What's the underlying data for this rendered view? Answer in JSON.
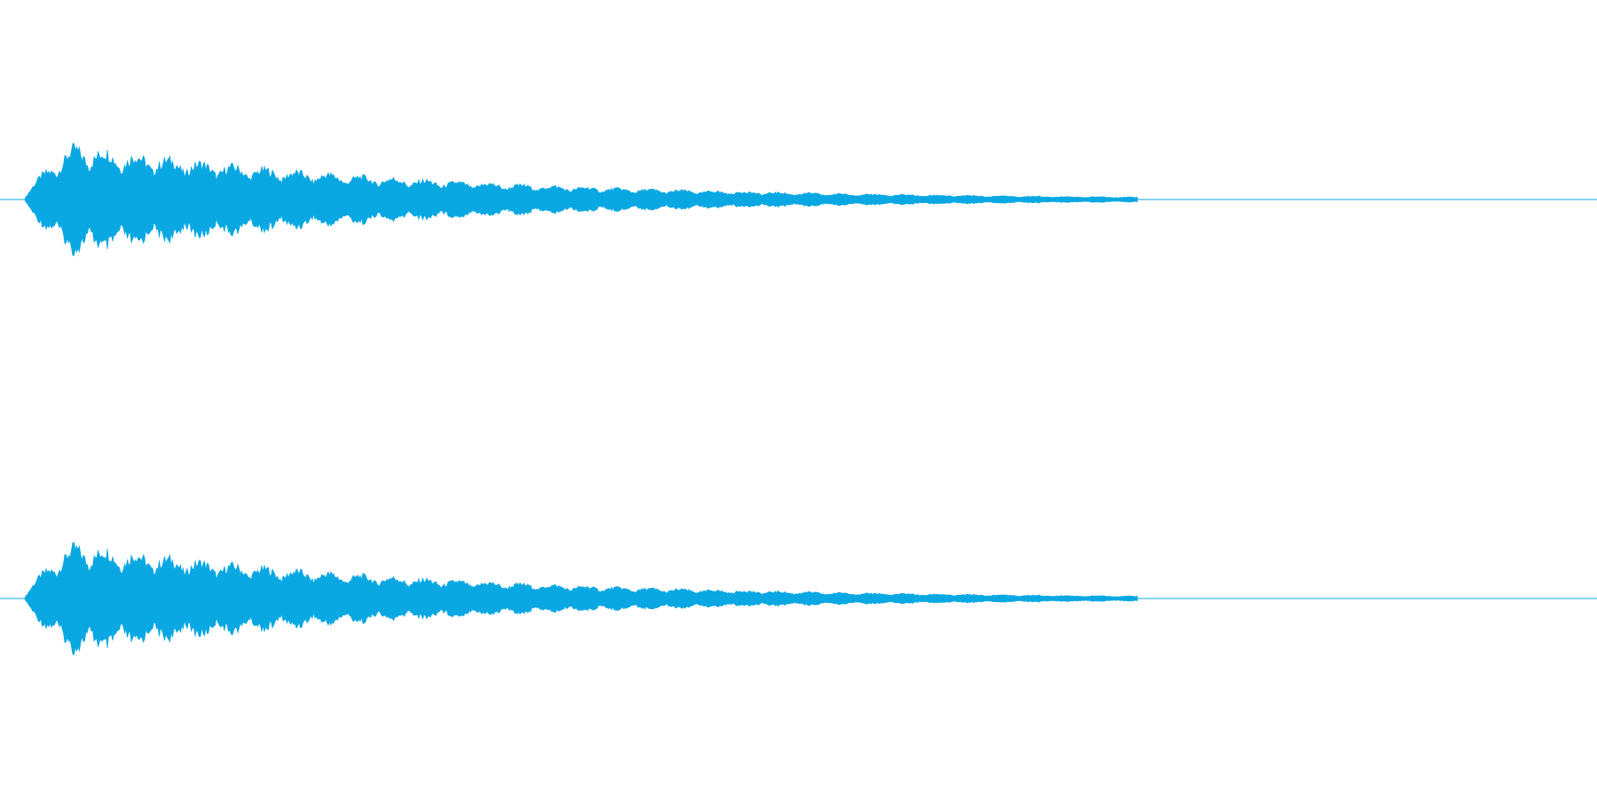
{
  "waveform": {
    "channel_count": 2,
    "channels": [
      "channel-1",
      "channel-2"
    ],
    "color": "#0aa8e3",
    "background": "#ffffff",
    "signal_shape": "decaying-oscillation",
    "peak_amplitude_fraction": 0.82,
    "decay_end_fraction_of_width": 0.71
  }
}
